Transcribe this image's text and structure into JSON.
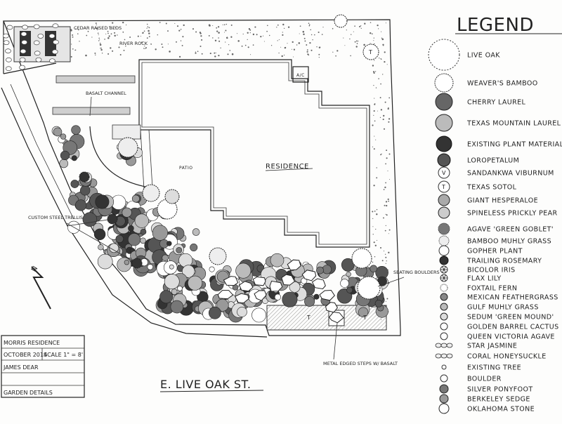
{
  "legend": {
    "title": "LEGEND",
    "items": [
      {
        "label": "LIVE OAK",
        "icon": "live-oak-icon"
      },
      {
        "label": "WEAVER'S BAMBOO",
        "icon": "weavers-bamboo-icon"
      },
      {
        "label": "CHERRY LAUREL",
        "icon": "cherry-laurel-icon"
      },
      {
        "label": "TEXAS MOUNTAIN LAUREL",
        "icon": "texas-mountain-laurel-icon"
      },
      {
        "label": "EXISTING PLANT MATERIAL",
        "icon": "existing-plant-icon"
      },
      {
        "label": "LOROPETALUM",
        "icon": "loropetalum-icon"
      },
      {
        "label": "SANDANKWA VIBURNUM",
        "icon": "viburnum-icon"
      },
      {
        "label": "TEXAS SOTOL",
        "icon": "sotol-icon"
      },
      {
        "label": "GIANT HESPERALOE",
        "icon": "hesperaloe-icon"
      },
      {
        "label": "SPINELESS PRICKLY PEAR",
        "icon": "prickly-pear-icon"
      },
      {
        "label": "AGAVE 'GREEN GOBLET'",
        "icon": "agave-icon"
      },
      {
        "label": "BAMBOO MUHLY GRASS",
        "icon": "bamboo-muhly-icon"
      },
      {
        "label": "GOPHER PLANT",
        "icon": "gopher-plant-icon"
      },
      {
        "label": "TRAILING ROSEMARY",
        "icon": "rosemary-icon"
      },
      {
        "label": "BICOLOR IRIS",
        "icon": "iris-icon"
      },
      {
        "label": "FLAX LILY",
        "icon": "flax-lily-icon"
      },
      {
        "label": "FOXTAIL FERN",
        "icon": "foxtail-fern-icon"
      },
      {
        "label": "MEXICAN FEATHERGRASS",
        "icon": "feathergrass-icon"
      },
      {
        "label": "GULF MUHLY GRASS",
        "icon": "gulf-muhly-icon"
      },
      {
        "label": "SEDUM 'GREEN MOUND'",
        "icon": "sedum-icon"
      },
      {
        "label": "GOLDEN BARREL CACTUS",
        "icon": "barrel-cactus-icon"
      },
      {
        "label": "QUEEN VICTORIA AGAVE",
        "icon": "queen-victoria-icon"
      },
      {
        "label": "STAR JASMINE",
        "icon": "star-jasmine-icon"
      },
      {
        "label": "CORAL HONEYSUCKLE",
        "icon": "honeysuckle-icon"
      },
      {
        "label": "EXISTING TREE",
        "icon": "existing-tree-icon"
      },
      {
        "label": "BOULDER",
        "icon": "boulder-icon"
      },
      {
        "label": "SILVER PONYFOOT",
        "icon": "ponyfoot-icon"
      },
      {
        "label": "BERKELEY SEDGE",
        "icon": "sedge-icon"
      },
      {
        "label": "OKLAHOMA STONE",
        "icon": "oklahoma-stone-icon"
      }
    ]
  },
  "plan": {
    "residence_label": "RESIDENCE",
    "patio_label": "PATIO",
    "ac_label": "A/C",
    "street_label": "E. LIVE OAK ST.",
    "north_label": "N",
    "notes": {
      "cedar_beds": "CEDAR RAISED BEDS",
      "river_rock": "RIVER ROCK",
      "basalt_channel": "BASALT CHANNEL",
      "steel_trellis": "CUSTOM STEEL TRELLIS",
      "seating_boulders": "SEATING BOULDERS",
      "metal_steps": "METAL EDGED STEPS W/ BASALT"
    }
  },
  "title_block": {
    "project": "MORRIS RESIDENCE",
    "date": "OCTOBER 2014",
    "scale": "SCALE 1\" = 8'",
    "designer": "JAMES DEAR",
    "sheet": "GARDEN DETAILS"
  }
}
